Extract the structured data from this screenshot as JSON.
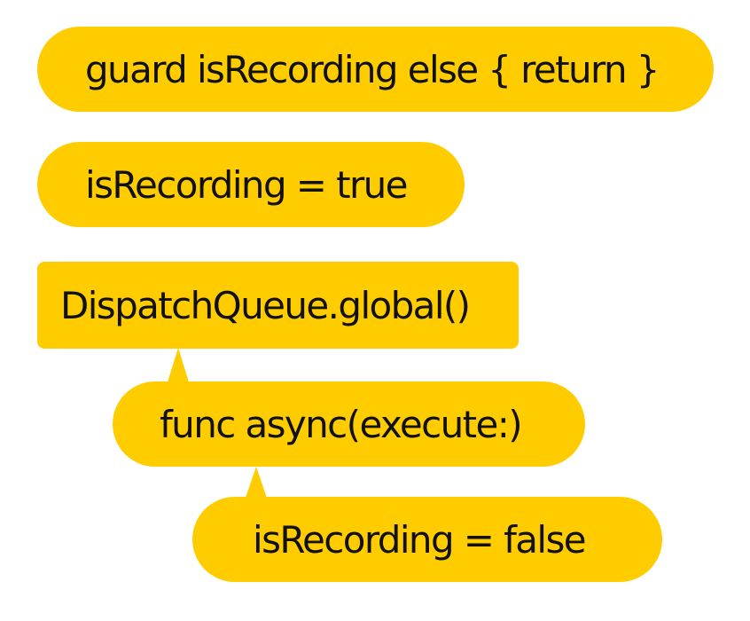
{
  "colors": {
    "bubble_fill": "#FFCC00",
    "text": "#111111",
    "background": "#FFFFFF"
  },
  "statements": [
    {
      "text": "guard isRecording else { return }"
    },
    {
      "text": "isRecording = true"
    },
    {
      "text": "DispatchQueue.global()"
    },
    {
      "text": "func async(execute:)"
    },
    {
      "text": "isRecording = false"
    }
  ]
}
